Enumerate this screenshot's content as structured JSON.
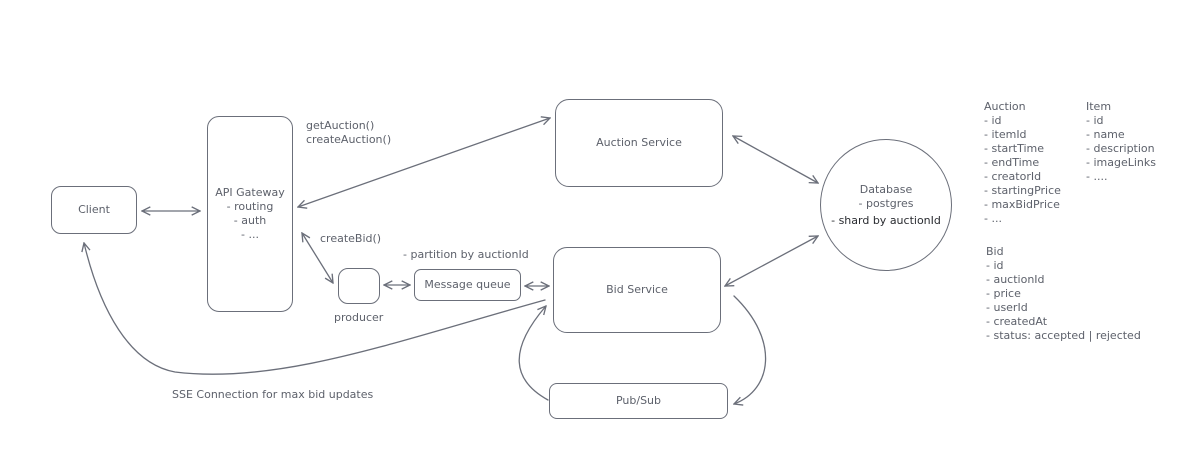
{
  "nodes": {
    "client": "Client",
    "api_gateway": {
      "title": "API Gateway",
      "items": [
        "- routing",
        "- auth",
        "- ..."
      ]
    },
    "auction_service": "Auction Service",
    "bid_service": "Bid Service",
    "database": {
      "title": "Database",
      "items": [
        "- postgres",
        "- shard by auctionId"
      ]
    },
    "producer": "producer",
    "message_queue": "Message queue",
    "pubsub": "Pub/Sub"
  },
  "edge_labels": {
    "get_auction": "getAuction()",
    "create_auction": "createAuction()",
    "create_bid": "createBid()",
    "partition": "- partition by auctionId",
    "sse": "SSE Connection for max bid updates"
  },
  "schemas": {
    "auction": {
      "title": "Auction",
      "fields": [
        "- id",
        "- itemId",
        "- startTime",
        "- endTime",
        "- creatorId",
        "- startingPrice",
        "- maxBidPrice",
        "- ..."
      ]
    },
    "item": {
      "title": "Item",
      "fields": [
        "- id",
        "- name",
        "- description",
        "- imageLinks",
        "- ...."
      ]
    },
    "bid": {
      "title": "Bid",
      "fields": [
        "- id",
        "- auctionId",
        "- price",
        "- userId",
        "- createdAt",
        "- status: accepted | rejected"
      ]
    }
  },
  "colors": {
    "stroke": "#6b6f7a",
    "text": "#5d616b",
    "highlight_text": "#2a2c31"
  }
}
